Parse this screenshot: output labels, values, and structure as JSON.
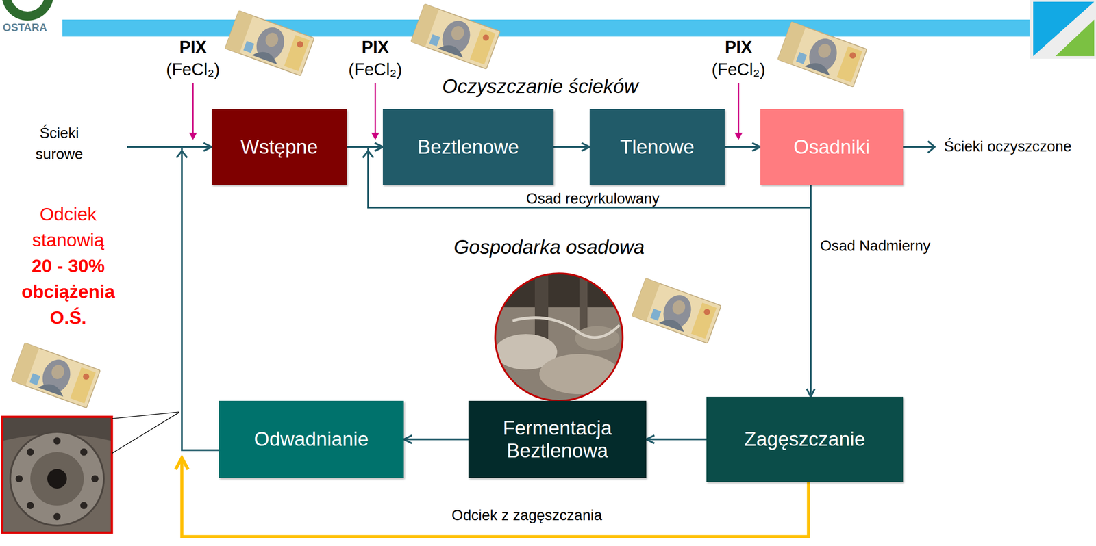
{
  "diagram": {
    "nodes": [
      {
        "text": [
          "Wstępne"
        ]
      },
      {
        "text": [
          "Beztlenowe"
        ]
      },
      {
        "text": [
          "Tlenowe"
        ]
      },
      {
        "text": [
          "Osadniki"
        ]
      },
      {
        "text": [
          "Odwadnianie"
        ]
      },
      {
        "text": [
          "Fermentacja Beztlenowa"
        ]
      },
      {
        "text": [
          "Zagęszczanie"
        ]
      }
    ],
    "edges": [
      {
        "from": 0,
        "to": 1,
        "arrow": "to"
      },
      {
        "from": 1,
        "to": 2,
        "arrow": "to"
      },
      {
        "from": 2,
        "to": 3,
        "arrow": "to"
      },
      {
        "from": 3,
        "to": 1,
        "label": "Osad recyrkulowany",
        "arrow": "to"
      },
      {
        "from": 3,
        "to": 6,
        "label": "Osad Nadmierny",
        "arrow": "to"
      },
      {
        "from": 6,
        "to": 5,
        "arrow": "to"
      },
      {
        "from": 5,
        "to": 4,
        "arrow": "to"
      },
      {
        "from": 4,
        "to": 0,
        "arrow": "to"
      },
      {
        "from": 6,
        "to": 0,
        "label": "Odciek z zagęszczania",
        "arrow": "to"
      }
    ],
    "labels": [
      "OSTARA",
      "PIX",
      "(FeCl₂)",
      "PIX",
      "(FeCl₂)",
      "Oczyszczanie ścieków",
      "PIX",
      "(FeCl₂)",
      "Ścieki surowe",
      "Ścieki oczyszczone",
      "Gospodarka osadowa",
      "Odciek stanowią",
      "20 - 30% obciążenia O.Ś."
    ]
  }
}
